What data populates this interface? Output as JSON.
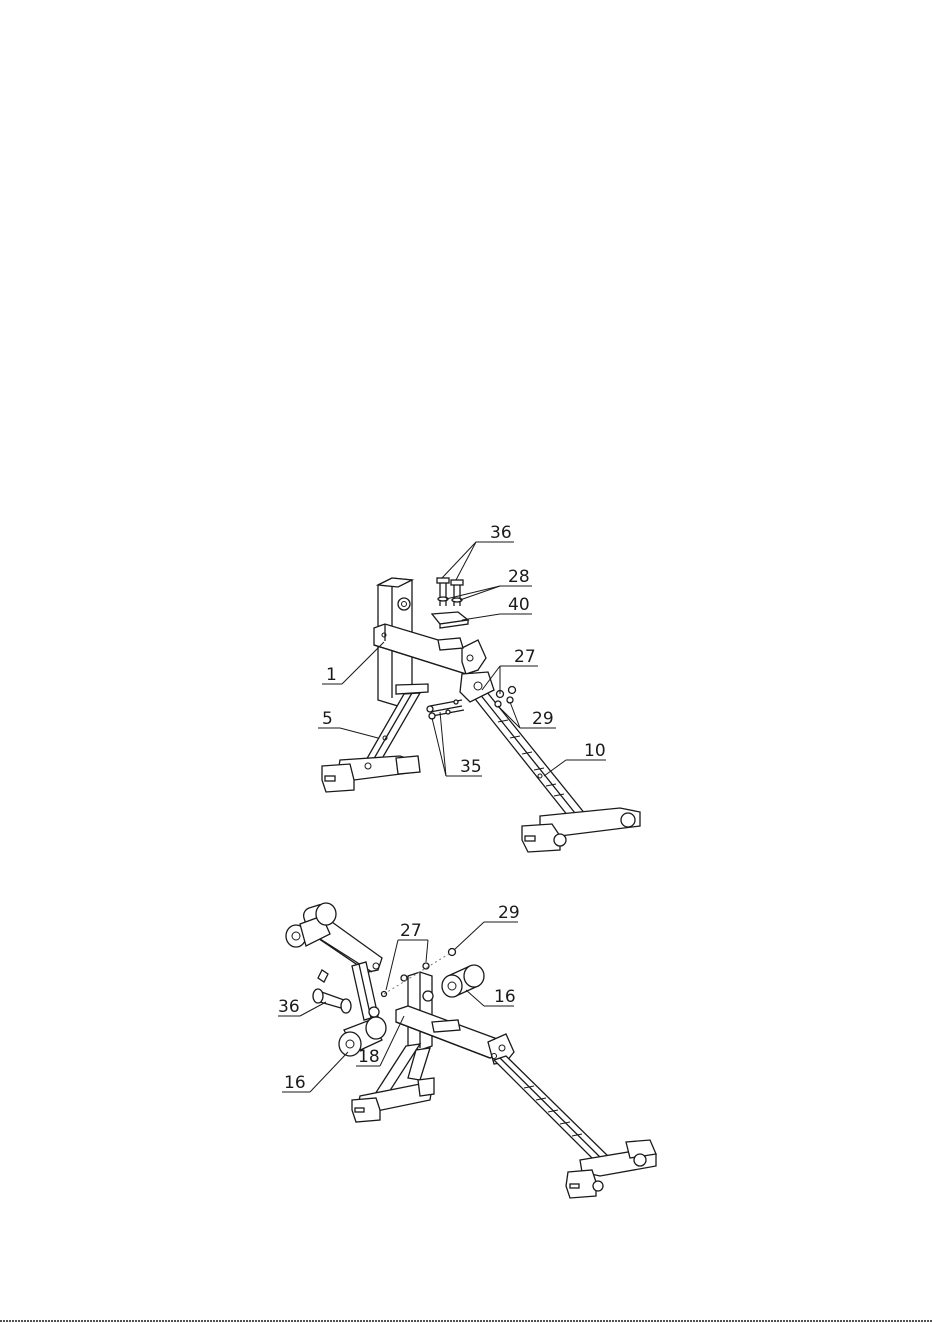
{
  "diagrams": [
    {
      "part_labels": [
        {
          "text": "36"
        },
        {
          "text": "28"
        },
        {
          "text": "40"
        },
        {
          "text": "27"
        },
        {
          "text": "1"
        },
        {
          "text": "29"
        },
        {
          "text": "5"
        },
        {
          "text": "35"
        },
        {
          "text": "10"
        }
      ]
    },
    {
      "part_labels": [
        {
          "text": "29"
        },
        {
          "text": "27"
        },
        {
          "text": "16"
        },
        {
          "text": "36"
        },
        {
          "text": "18"
        },
        {
          "text": "16"
        }
      ]
    }
  ]
}
